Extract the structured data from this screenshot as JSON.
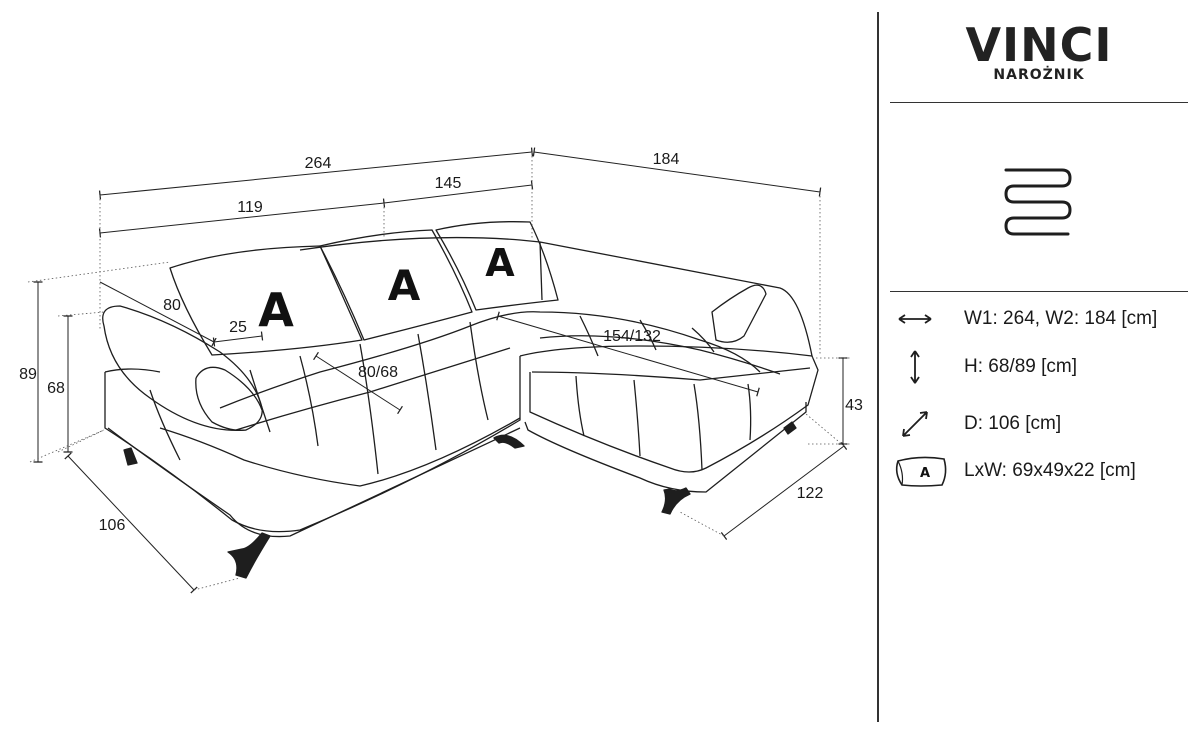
{
  "product": {
    "name": "VINCI",
    "type": "NAROŻNIK"
  },
  "cushion_badge": "A",
  "dimensions": {
    "total_width": "264",
    "left_section": "119",
    "right_section": "145",
    "chaise_length": "184",
    "armrest_depth": "80",
    "armrest_gap": "25",
    "seat_depth": "80/68",
    "chaise_seat": "154/132",
    "total_height": "89",
    "seat_height": "68",
    "chaise_height": "43",
    "depth": "106",
    "chaise_width": "122"
  },
  "specs": [
    {
      "icon": "width-arrows-icon",
      "text": "W1: 264, W2: 184 [cm]"
    },
    {
      "icon": "height-arrows-icon",
      "text": "H: 68/89 [cm]"
    },
    {
      "icon": "depth-arrows-icon",
      "text": "D: 106 [cm]"
    },
    {
      "icon": "cushion-icon",
      "text": "LxW: 69x49x22 [cm]"
    }
  ]
}
